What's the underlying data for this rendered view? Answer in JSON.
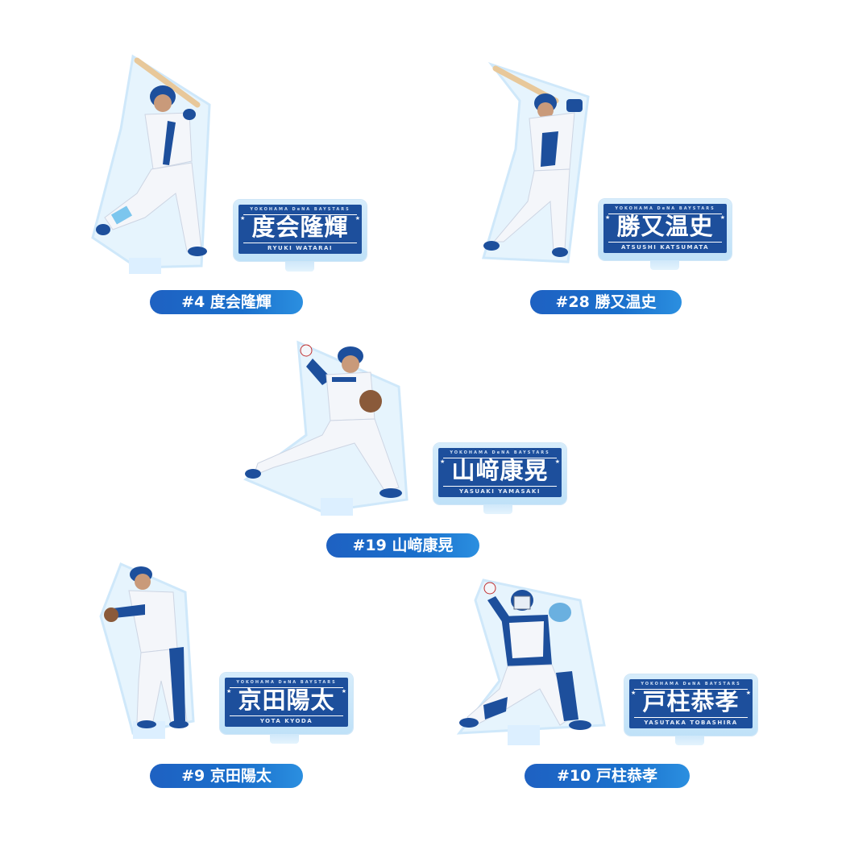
{
  "items": [
    {
      "label": "#4 度会隆輝",
      "plate_name": "度会隆輝",
      "plate_roman": "RYUKI WATARAI",
      "plate_top": "YOKOHAMA DeNA BAYSTARS"
    },
    {
      "label": "#28 勝又温史",
      "plate_name": "勝又温史",
      "plate_roman": "ATSUSHI KATSUMATA",
      "plate_top": "YOKOHAMA DeNA BAYSTARS"
    },
    {
      "label": "#19 山﨑康晃",
      "plate_name": "山﨑康晃",
      "plate_roman": "YASUAKI YAMASAKI",
      "plate_top": "YOKOHAMA DeNA BAYSTARS"
    },
    {
      "label": "#9 京田陽太",
      "plate_name": "京田陽太",
      "plate_roman": "YOTA KYODA",
      "plate_top": "YOKOHAMA DeNA BAYSTARS"
    },
    {
      "label": "#10 戸柱恭孝",
      "plate_name": "戸柱恭孝",
      "plate_roman": "YASUTAKA TOBASHIRA",
      "plate_top": "YOKOHAMA DeNA BAYSTARS"
    }
  ],
  "colors": {
    "label_bg": "#1e61c2",
    "plate_bg": "#1d4f9c",
    "stand_tint": "#cfe8fa"
  },
  "icons": [
    "batter-figure",
    "pitcher-figure",
    "catcher-figure",
    "star-icon"
  ]
}
